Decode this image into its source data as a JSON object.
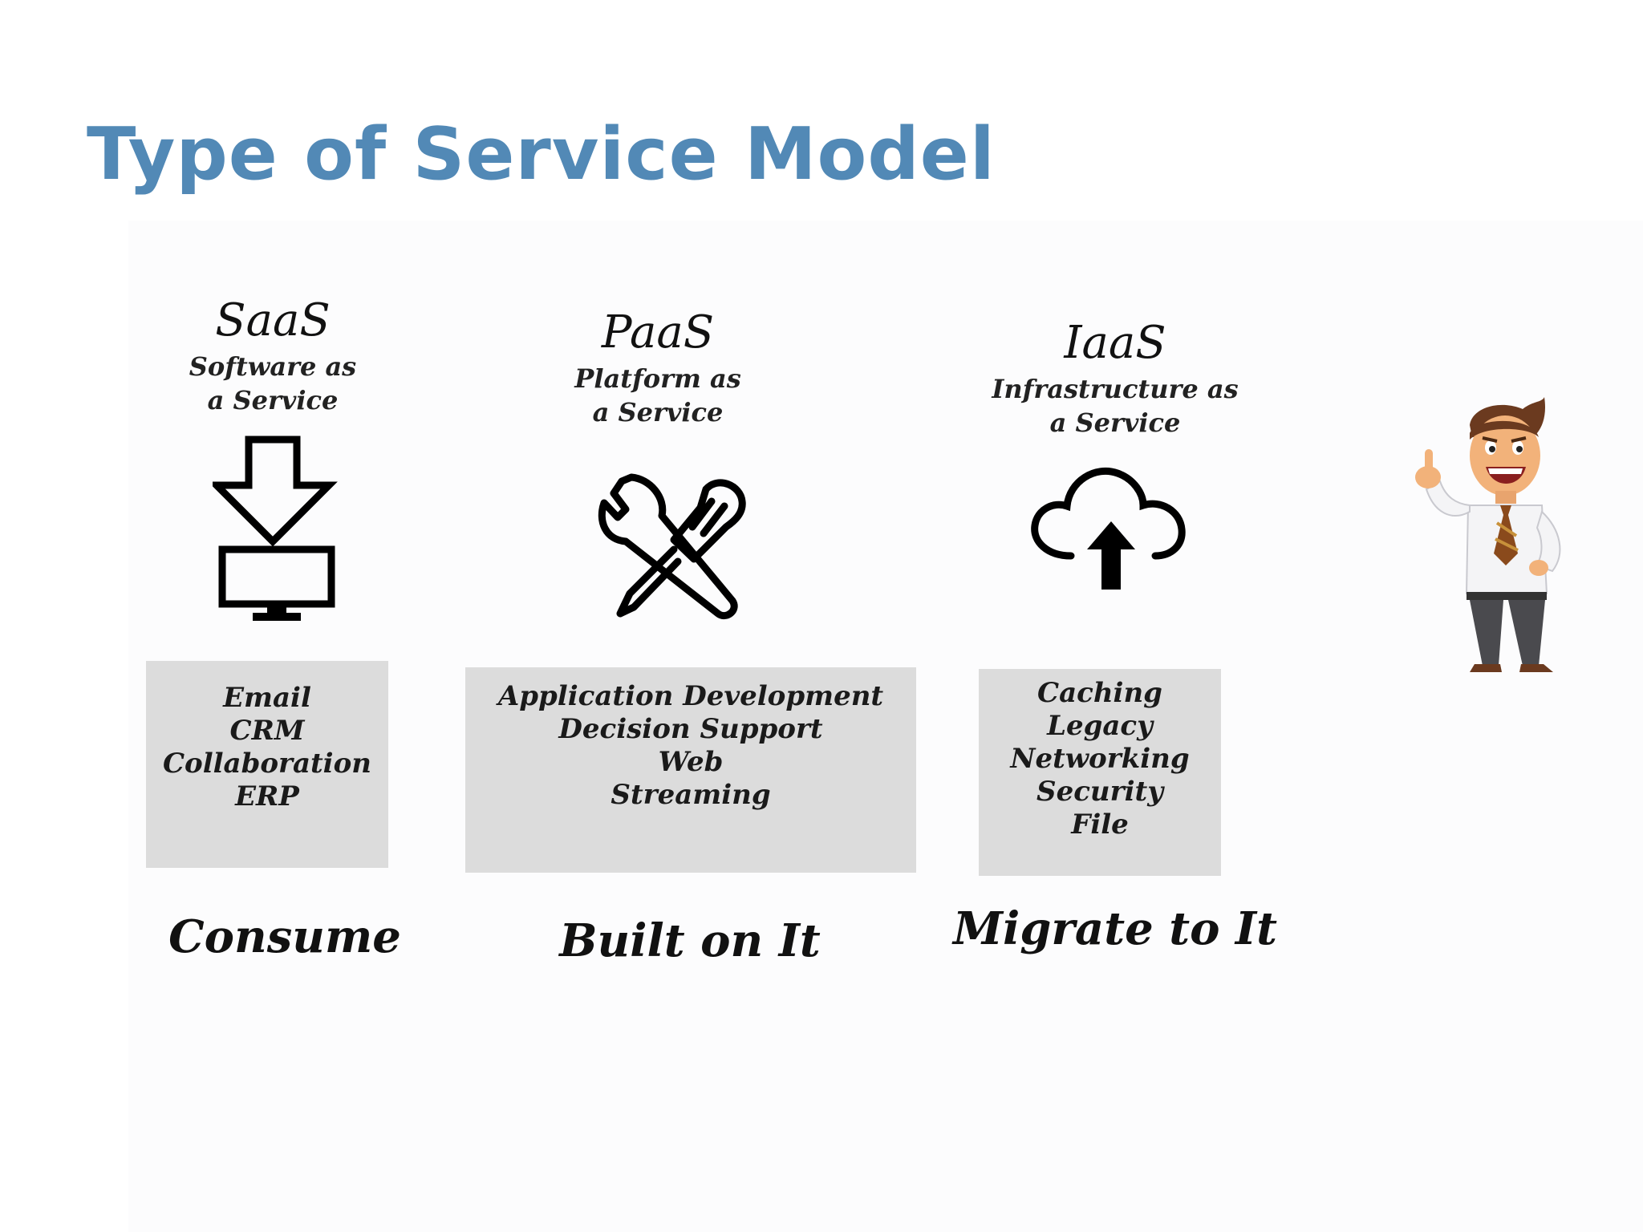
{
  "title": "Type of Service Model",
  "colors": {
    "title": "#5289b6",
    "box": "#dcdcdc",
    "ink": "#111111"
  },
  "models": [
    {
      "abbr": "SaaS",
      "full": "Software as\na Service",
      "icon": "download-to-monitor-icon",
      "items": [
        "Email",
        "CRM",
        "Collaboration",
        "ERP"
      ],
      "verb": "Consume"
    },
    {
      "abbr": "PaaS",
      "full": "Platform as\na Service",
      "icon": "wrench-screwdriver-icon",
      "items": [
        "Application Development",
        "Decision Support",
        "Web",
        "Streaming"
      ],
      "verb": "Built on It"
    },
    {
      "abbr": "IaaS",
      "full": "Infrastructure as\na Service",
      "icon": "cloud-upload-icon",
      "items": [
        "Caching",
        "Legacy",
        "Networking",
        "Security",
        "File"
      ],
      "verb": "Migrate to It"
    }
  ],
  "mascot": {
    "icon": "businessman-thumbs-up-icon"
  }
}
